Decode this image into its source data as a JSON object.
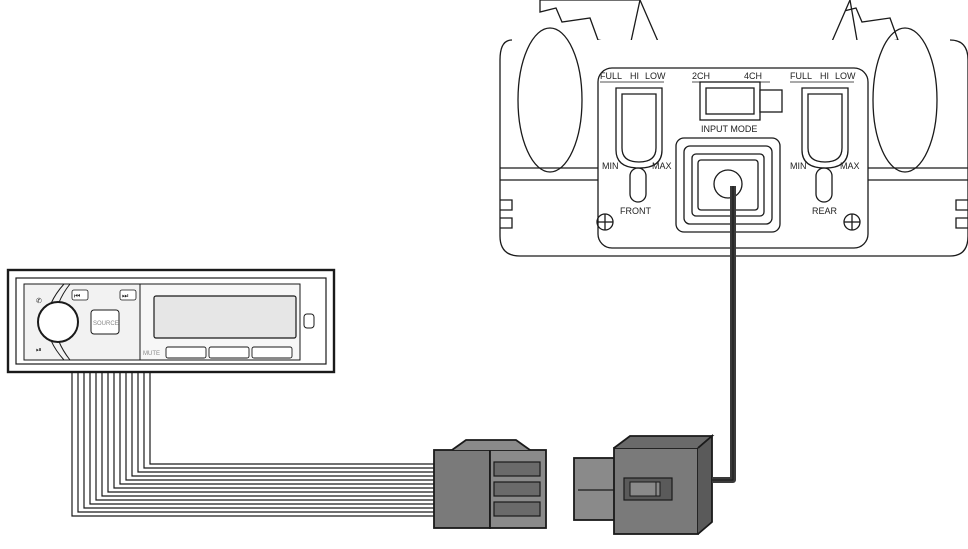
{
  "amplifier": {
    "front_filter_labels": [
      "FULL",
      "HI",
      "LOW"
    ],
    "rear_filter_labels": [
      "FULL",
      "HI",
      "LOW"
    ],
    "input_mode_left": "2CH",
    "input_mode_right": "4CH",
    "input_mode_label": "INPUT MODE",
    "front_min": "MIN",
    "front_max": "MAX",
    "front_label": "FRONT",
    "rear_min": "MIN",
    "rear_max": "MAX",
    "rear_label": "REAR"
  },
  "head_unit": {
    "source_button": "SOURCE",
    "mute_button": "MUTE",
    "prev_icon": "previous-track-icon",
    "next_icon": "next-track-icon",
    "play_pause_icon": "play-pause-icon",
    "phone_icon": "phone-icon"
  },
  "colors": {
    "line": "#1a1a1a",
    "connector_fill": "#7a7a7a",
    "connector_dark": "#4a4a4a",
    "panel_light": "#f2f2f2",
    "cable": "#3a3a3a"
  }
}
